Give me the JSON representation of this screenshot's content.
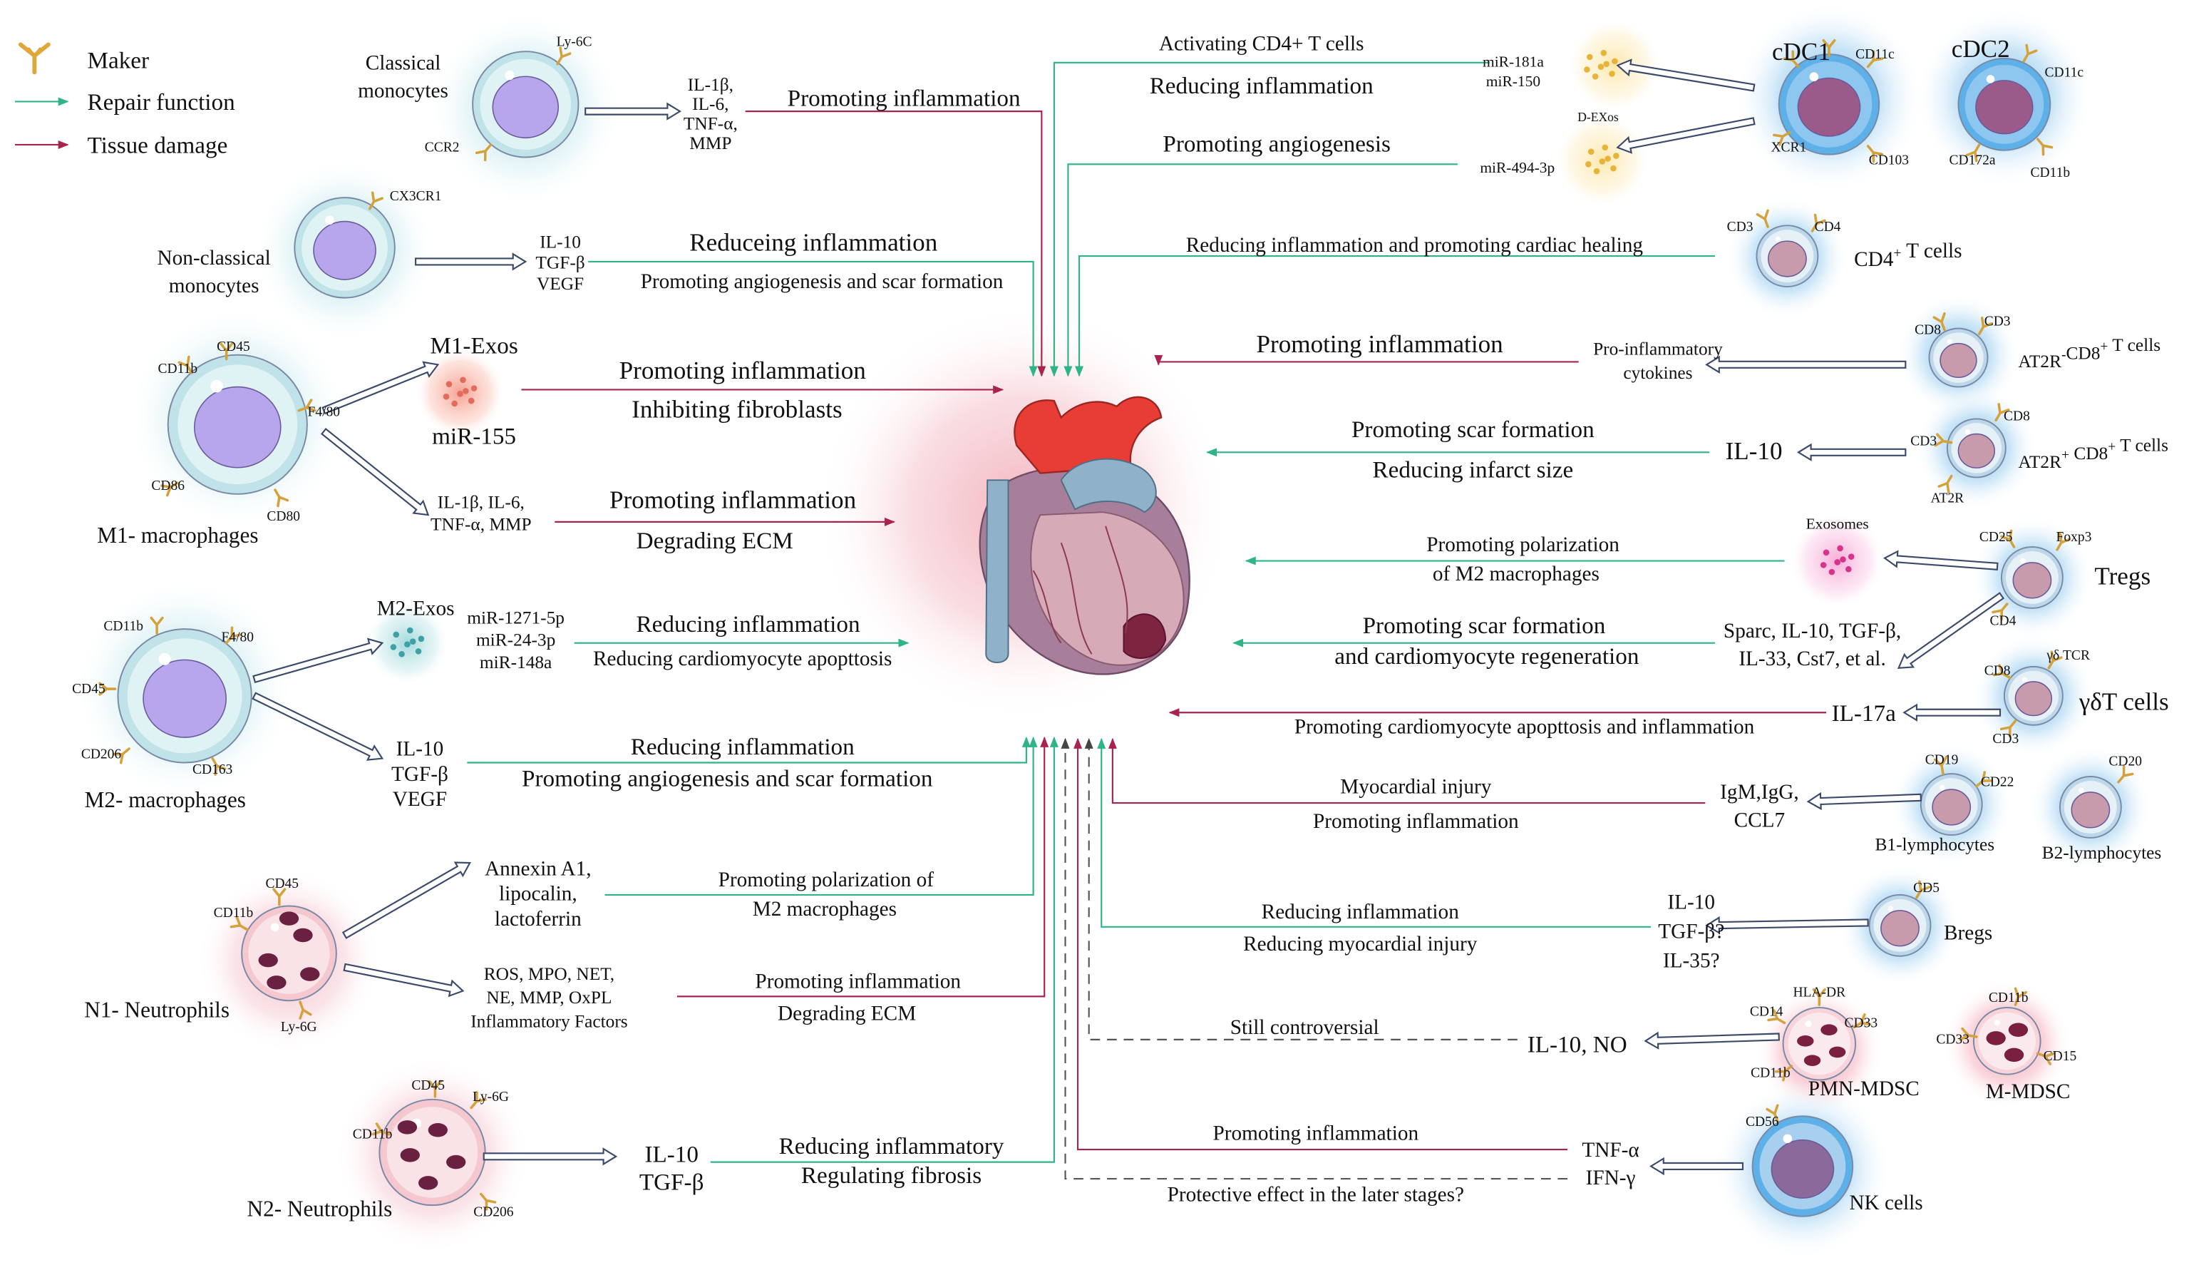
{
  "legend": {
    "maker": "Maker",
    "repair": "Repair function",
    "damage": "Tissue damage",
    "colors": {
      "repair": "#2fb487",
      "damage": "#a8244e"
    }
  },
  "left": {
    "classical": {
      "name": "Classical\nmonocytes",
      "markers": [
        "Ly-6C",
        "CCR2"
      ],
      "factors": "IL-1β,\nIL-6,\nTNF-α,\nMMP",
      "effect": "Promoting inflammation"
    },
    "nonclassical": {
      "name": "Non-classical\nmonocytes",
      "markers": [
        "CX3CR1"
      ],
      "factors": "IL-10\nTGF-β\nVEGF",
      "effect1": "Reduceing  inflammation",
      "effect2": "Promoting angiogenesis and scar formation"
    },
    "m1": {
      "name": "M1- macrophages",
      "markers": [
        "CD45",
        "CD11b",
        "F4/80",
        "CD86",
        "CD80"
      ],
      "exos": "M1-Exos",
      "mir": "miR-155",
      "exos_effect1": "Promoting inflammation",
      "exos_effect2": "Inhibiting fibroblasts",
      "factors": "IL-1β, IL-6,\nTNF-α, MMP",
      "effect1": "Promoting inflammation",
      "effect2": "Degrading ECM"
    },
    "m2": {
      "name": "M2- macrophages",
      "markers": [
        "CD11b",
        "F4/80",
        "CD45",
        "CD206",
        "CD163"
      ],
      "exos": "M2-Exos",
      "mirs": "miR-1271-5p\nmiR-24-3p\nmiR-148a",
      "exos_effect1": "Reducing inflammation",
      "exos_effect2": "Reducing cardiomyocyte apopttosis",
      "factors": "IL-10\nTGF-β\nVEGF",
      "effect1": "Reducing inflammation",
      "effect2": "Promoting angiogenesis and scar formation"
    },
    "n1": {
      "name": "N1- Neutrophils",
      "markers": [
        "CD45",
        "CD11b",
        "Ly-6G"
      ],
      "factors_a": "Annexin A1,\nlipocalin,\nlactoferrin",
      "effect_a1": "Promoting polarization of",
      "effect_a2": "M2 macrophages",
      "factors_b": "ROS, MPO, NET,\nNE, MMP, OxPL\nInflammatory Factors",
      "effect_b1": "Promoting inflammation",
      "effect_b2": "Degrading ECM"
    },
    "n2": {
      "name": "N2- Neutrophils",
      "markers": [
        "CD45",
        "Ly-6G",
        "CD11b",
        "CD206"
      ],
      "factors": "IL-10\nTGF-β",
      "effect1": "Reducing inflammatory",
      "effect2": "Regulating fibrosis"
    }
  },
  "right": {
    "dc": {
      "cdc1": "cDC1",
      "cdc2": "cDC2",
      "cdc1_markers": [
        "CD11c",
        "XCR1",
        "CD103"
      ],
      "cdc2_markers": [
        "CD11c",
        "CD172a",
        "CD11b"
      ],
      "mir1": "miR-181a\nmiR-150",
      "dexos": "D-EXos",
      "mir2": "miR-494-3p",
      "effect1": "Activating CD4+ T cells",
      "effect2": "Reducing inflammation",
      "effect3": "Promoting angiogenesis"
    },
    "cd4": {
      "name": "CD4",
      "sup": "+",
      "name2": " T cells",
      "markers": [
        "CD3",
        "CD4"
      ],
      "effect": "Reducing inflammation and promoting cardiac healing"
    },
    "at2rneg": {
      "name_a": "AT2R",
      "sup_a": "-",
      "name_b": "CD8",
      "sup_b": "+",
      "name_c": " T cells",
      "markers": [
        "CD8",
        "CD3"
      ],
      "factors": "Pro-inflammatory\ncytokines",
      "effect": "Promoting inflammation"
    },
    "at2rpos": {
      "name_a": "AT2R",
      "sup_a": "+",
      "name_b": " CD8",
      "sup_b": "+",
      "name_c": " T cells",
      "markers": [
        "CD8",
        "CD3",
        "AT2R"
      ],
      "factors": "IL-10",
      "effect1": "Promoting scar formation",
      "effect2": "Reducing infarct size"
    },
    "tregs": {
      "name": "Tregs",
      "markers": [
        "CD25",
        "Foxp3",
        "CD4"
      ],
      "exosomes": "Exosomes",
      "effect_a1": "Promoting polarization",
      "effect_a2": "of M2 macrophages",
      "factors": "Sparc, IL-10, TGF-β,\nIL-33, Cst7, et al.",
      "effect_b1": "Promoting scar formation",
      "effect_b2": "and cardiomyocyte regeneration"
    },
    "gdt": {
      "name": "γδT cells",
      "markers": [
        "γδ TCR",
        "CD8",
        "CD3"
      ],
      "factors": "IL-17a",
      "effect": "Promoting cardiomyocyte apopttosis and inflammation"
    },
    "b": {
      "b1": "B1-lymphocytes",
      "b2": "B2-lymphocytes",
      "b1_markers": [
        "CD19",
        "CD22"
      ],
      "b2_markers": [
        "CD20"
      ],
      "factors": "IgM,IgG,\nCCL7",
      "effect1": "Myocardial injury",
      "effect2": "Promoting inflammation"
    },
    "bregs": {
      "name": "Bregs",
      "markers": [
        "CD5"
      ],
      "factors": "IL-10\nTGF-β?\nIL-35?",
      "effect1": "Reducing inflammation",
      "effect2": "Reducing myocardial injury"
    },
    "mdsc": {
      "pmn": "PMN-MDSC",
      "m": "M-MDSC",
      "pmn_markers": [
        "HLA-DR",
        "CD14",
        "CD33",
        "CD11b"
      ],
      "m_markers": [
        "CD11b",
        "CD33",
        "CD15"
      ],
      "factors": "IL-10, NO",
      "effect": "Still controversial"
    },
    "nk": {
      "name": "NK cells",
      "markers": [
        "CD56"
      ],
      "factors": "TNF-α\nIFN-γ",
      "effect1": "Promoting inflammation",
      "effect2": "Protective effect in the later stages?"
    }
  },
  "icons": [
    "y-receptor-icon",
    "heart-icon",
    "exosome-icon",
    "cell-icon"
  ]
}
